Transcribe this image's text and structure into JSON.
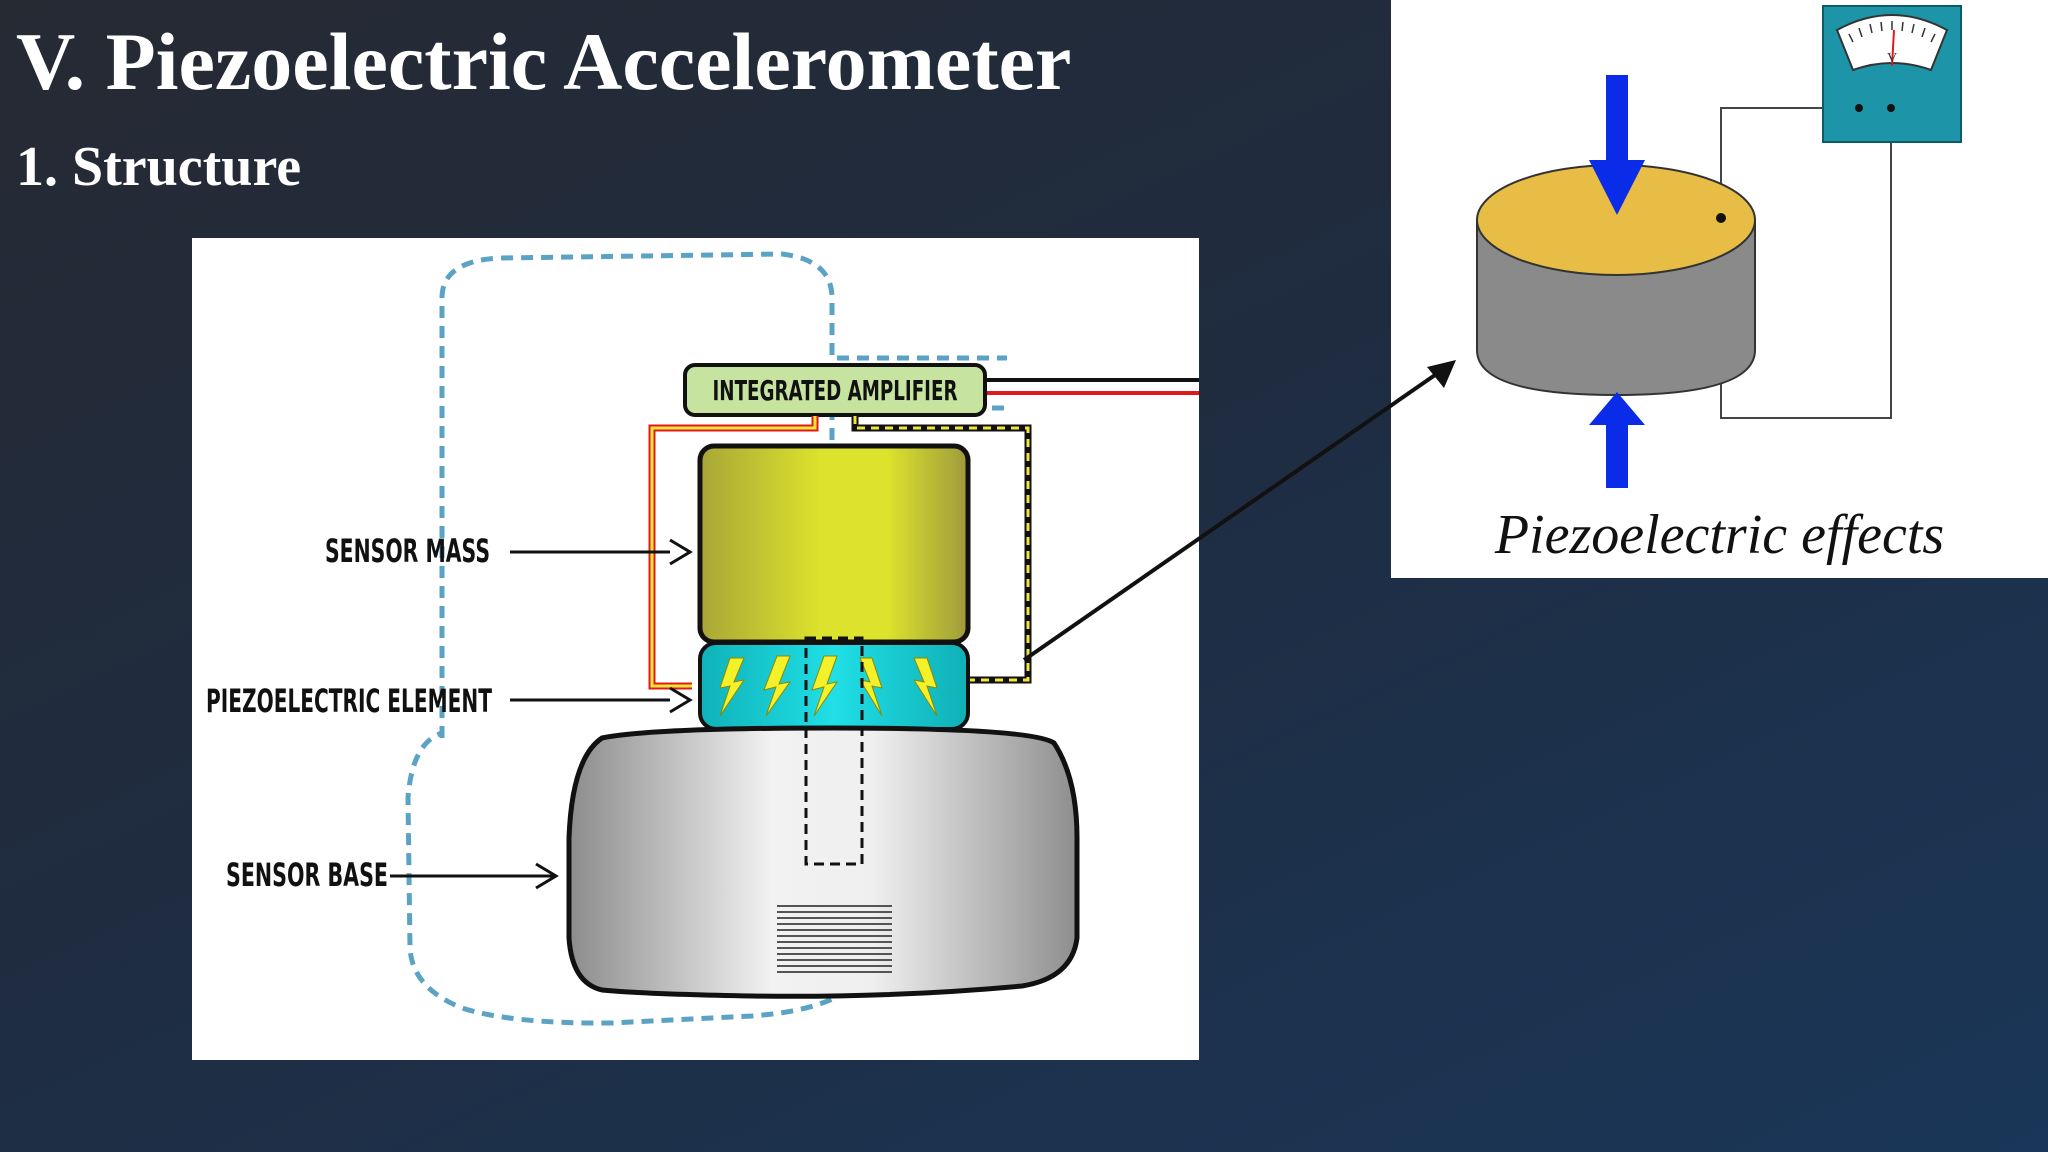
{
  "slide": {
    "title": "V. Piezoelectric Accelerometer",
    "subtitle": "1. Structure"
  },
  "structure_diagram": {
    "amplifier_label": "INTEGRATED AMPLIFIER",
    "labels": {
      "sensor_mass": "SENSOR MASS",
      "piezo_element": "PIEZOELECTRIC ELEMENT",
      "sensor_base": "SENSOR BASE"
    },
    "colors": {
      "housing_dash": "#5ba3c4",
      "amplifier_fill": "#c6e3a0",
      "mass_fill": "#d9dc2c",
      "piezo_fill": "#19cfd6",
      "bolt_fill": "#f4f02a",
      "wire_red": "#e01a1a",
      "wire_yellow": "#f2e63a"
    }
  },
  "effect_diagram": {
    "caption": "Piezoelectric effects",
    "meter_symbol": "V",
    "colors": {
      "disc_top": "#e8bd45",
      "disc_side": "#8a8a8a",
      "force_arrow": "#0a2ce8",
      "meter_box": "#1d94a8"
    }
  }
}
